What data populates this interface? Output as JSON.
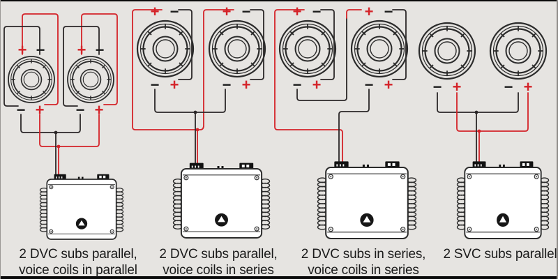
{
  "symbols": {
    "plus": "+",
    "minus": "−"
  },
  "colors": {
    "positive_wire": "#d42329",
    "negative_wire": "#2b2728",
    "background": "#e6e4e1",
    "amp_body": "#ffffff",
    "caption_text": "#1a1a1a"
  },
  "icons": {
    "speaker": "subwoofer-top-view-icon",
    "amplifier": "mono-amplifier-icon",
    "amp_logo": "jl-audio-triangle-logo-icon"
  },
  "diagrams": [
    {
      "caption": [
        "2 DVC subs parallel,",
        "voice coils in parallel"
      ]
    },
    {
      "caption": [
        "2 DVC subs parallel,",
        "voice coils in series"
      ]
    },
    {
      "caption": [
        "2 DVC subs in series,",
        "voice coils in series"
      ]
    },
    {
      "caption": [
        "2 SVC subs parallel"
      ]
    }
  ]
}
